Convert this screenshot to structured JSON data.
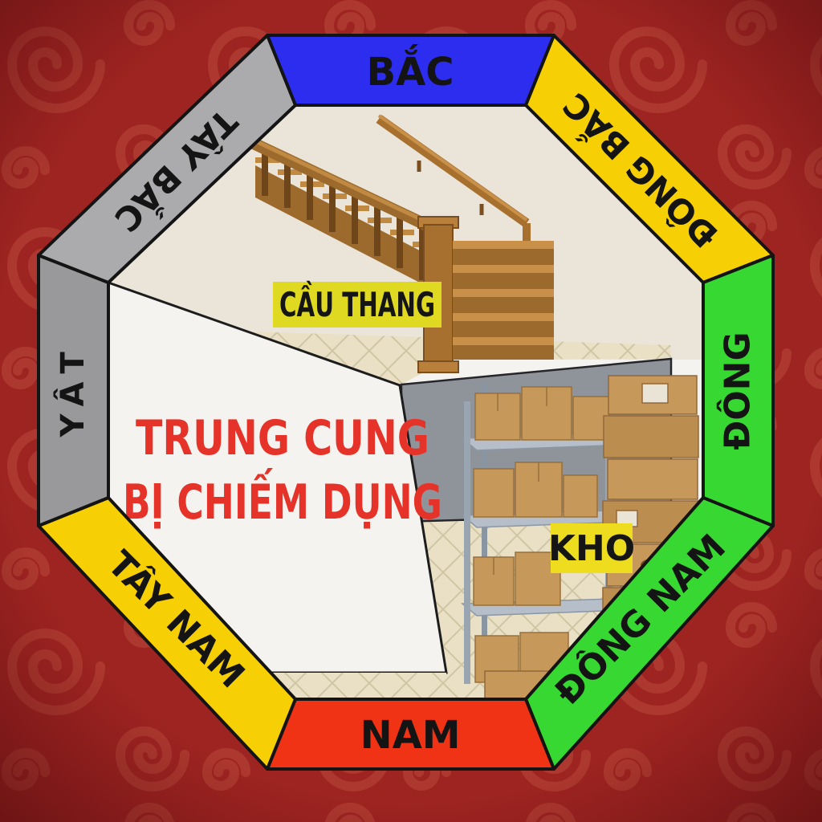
{
  "background": {
    "base_color": "#9e2421",
    "swirl_color": "#bb4c3e",
    "vignette": "#4a080c"
  },
  "center_message": {
    "line1": "TRUNG CUNG",
    "line2": "BỊ CHIẾM DỤNG",
    "color": "#e6332a"
  },
  "compass": {
    "text_color": "#141414",
    "north": {
      "label": "BẮC",
      "color": "#2d2def"
    },
    "northeast": {
      "label": "ĐÔNG BẮC",
      "color": "#f6cf05"
    },
    "east": {
      "label": "ĐÔNG",
      "color": "#38d832"
    },
    "southeast": {
      "label": "ĐÔNG NAM",
      "color": "#38d832"
    },
    "south": {
      "label": "NAM",
      "color": "#ef3314"
    },
    "southwest": {
      "label": "TÂY NAM",
      "color": "#f6cf05"
    },
    "west": {
      "label": "TÂY",
      "color": "#99999b",
      "letters": [
        "T",
        "Â",
        "Y"
      ]
    },
    "northwest": {
      "label": "TÂY BẮC",
      "color": "#ababad"
    }
  },
  "room_labels": {
    "text_color": "#151515",
    "staircase": {
      "text": "CẦU THANG",
      "bg": "#e0d922"
    },
    "storage": {
      "text": "KHO",
      "bg": "#eedd1e"
    }
  },
  "scene": {
    "wall_white": "#f5f3ef",
    "wall_cream": "#ebe5d9",
    "wall_gray": "#8f949a",
    "floor_tile": "#e9e0c6",
    "wood": "#a8702e",
    "cardboard": "#c6985a",
    "shelf_metal": "#b6bec9"
  }
}
